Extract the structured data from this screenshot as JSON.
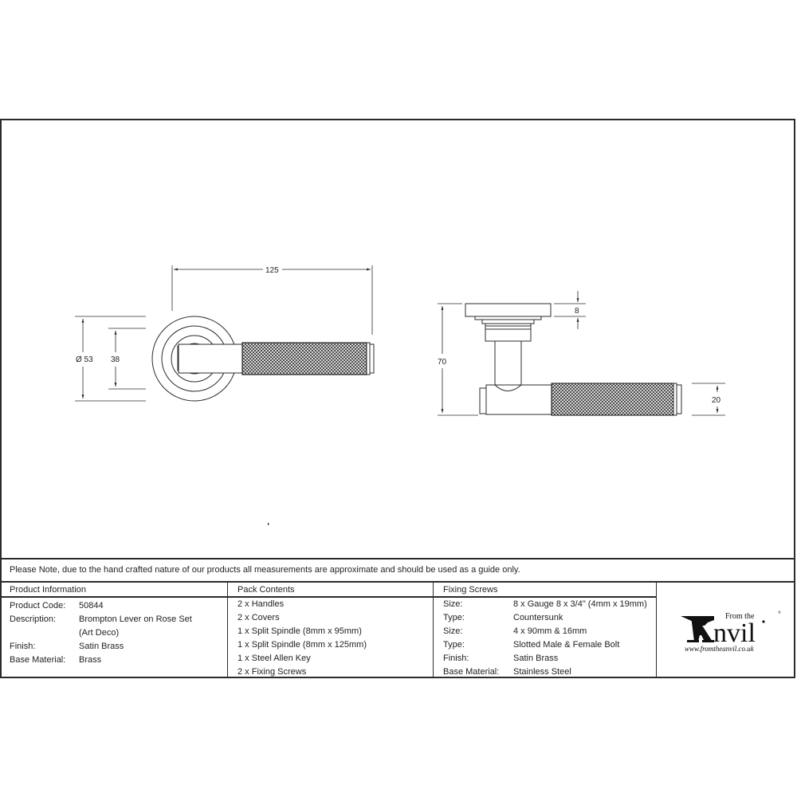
{
  "drawing": {
    "front_view": {
      "dim_overall_length": "125",
      "dim_rose_diameter": "Ø 53",
      "dim_inner_diameter": "38"
    },
    "side_view": {
      "dim_rose_thickness": "8",
      "dim_projection": "70",
      "dim_grip_diameter": "20"
    }
  },
  "note": "Please Note, due to the hand crafted nature of our products all measurements are approximate and should be used as a guide only.",
  "product_information": {
    "header": "Product Information",
    "rows": [
      {
        "label": "Product Code:",
        "value": "50844"
      },
      {
        "label": "Description:",
        "value": "Brompton Lever on Rose Set"
      },
      {
        "label": "",
        "value": "(Art Deco)"
      },
      {
        "label": "Finish:",
        "value": "Satin Brass"
      },
      {
        "label": "Base Material:",
        "value": "Brass"
      }
    ]
  },
  "pack_contents": {
    "header": "Pack Contents",
    "items": [
      "2 x Handles",
      "2 x Covers",
      "1 x Split Spindle (8mm x 95mm)",
      "1 x Split Spindle (8mm x 125mm)",
      "1 x Steel Allen Key",
      "2 x Fixing Screws"
    ]
  },
  "fixing_screws": {
    "header": "Fixing Screws",
    "rows": [
      {
        "label": "Size:",
        "value": "8 x Gauge 8 x 3/4\" (4mm x 19mm)"
      },
      {
        "label": "Type:",
        "value": "Countersunk"
      },
      {
        "label": "Size:",
        "value": "4 x 90mm & 16mm"
      },
      {
        "label": "Type:",
        "value": "Slotted Male & Female Bolt"
      },
      {
        "label": "Finish:",
        "value": "Satin Brass"
      },
      {
        "label": "Base Material:",
        "value": "Stainless Steel"
      }
    ]
  },
  "logo": {
    "from_the": "From the",
    "brand": "nvil",
    "url": "www.fromtheanvil.co.uk",
    "registered": "®"
  }
}
